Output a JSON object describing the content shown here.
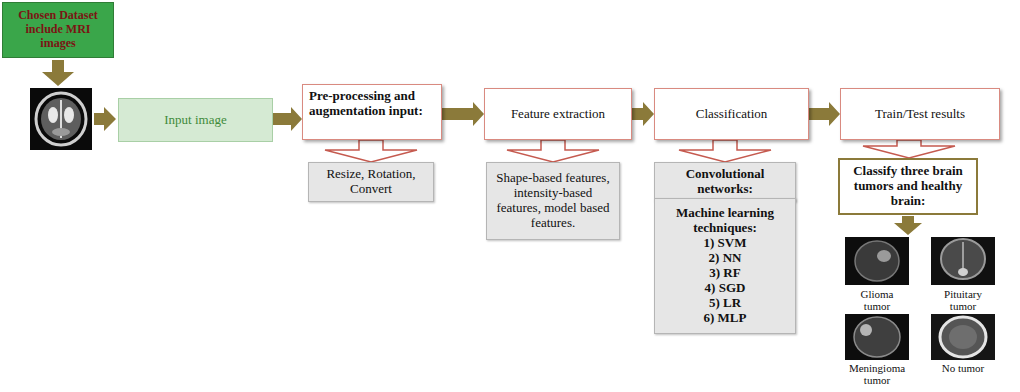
{
  "diagram": {
    "nodes": [
      {
        "text": [
          "Chosen Dataset include MRI images"
        ]
      },
      {
        "text": [
          "Input image"
        ]
      },
      {
        "text": [
          "Pre-processing and augmentation input:"
        ]
      },
      {
        "text": [
          "Resize, Rotation, Convert"
        ]
      },
      {
        "text": [
          "Feature extraction"
        ]
      },
      {
        "text": [
          "Shape-based features, intensity-based features, model based features."
        ]
      },
      {
        "text": [
          "Classification"
        ]
      },
      {
        "text": [
          "Convolutional networks:"
        ]
      },
      {
        "text": [
          "Machine learning techniques:",
          "1) SVM",
          "2) NN",
          "3) RF",
          "4) SGD",
          "5) LR",
          "6) MLP"
        ]
      },
      {
        "text": [
          "Train/Test results"
        ]
      },
      {
        "text": [
          "Classify three brain tumors and healthy brain:"
        ]
      }
    ],
    "edges": [
      {
        "from": 1,
        "to": 2,
        "arrow": "to"
      },
      {
        "from": 2,
        "to": 3,
        "arrow": "to"
      },
      {
        "from": 2,
        "to": 4,
        "arrow": "to"
      },
      {
        "from": 4,
        "to": 5,
        "arrow": "to"
      },
      {
        "from": 4,
        "to": 6,
        "arrow": "to"
      },
      {
        "from": 6,
        "to": 7,
        "arrow": "to"
      },
      {
        "from": 6,
        "to": 9,
        "arrow": "to"
      },
      {
        "from": 9,
        "to": 10,
        "arrow": "to"
      }
    ],
    "labels": [
      "Glioma tumor",
      "Pituitary tumor",
      "Meningioma tumor",
      "No tumor"
    ]
  }
}
